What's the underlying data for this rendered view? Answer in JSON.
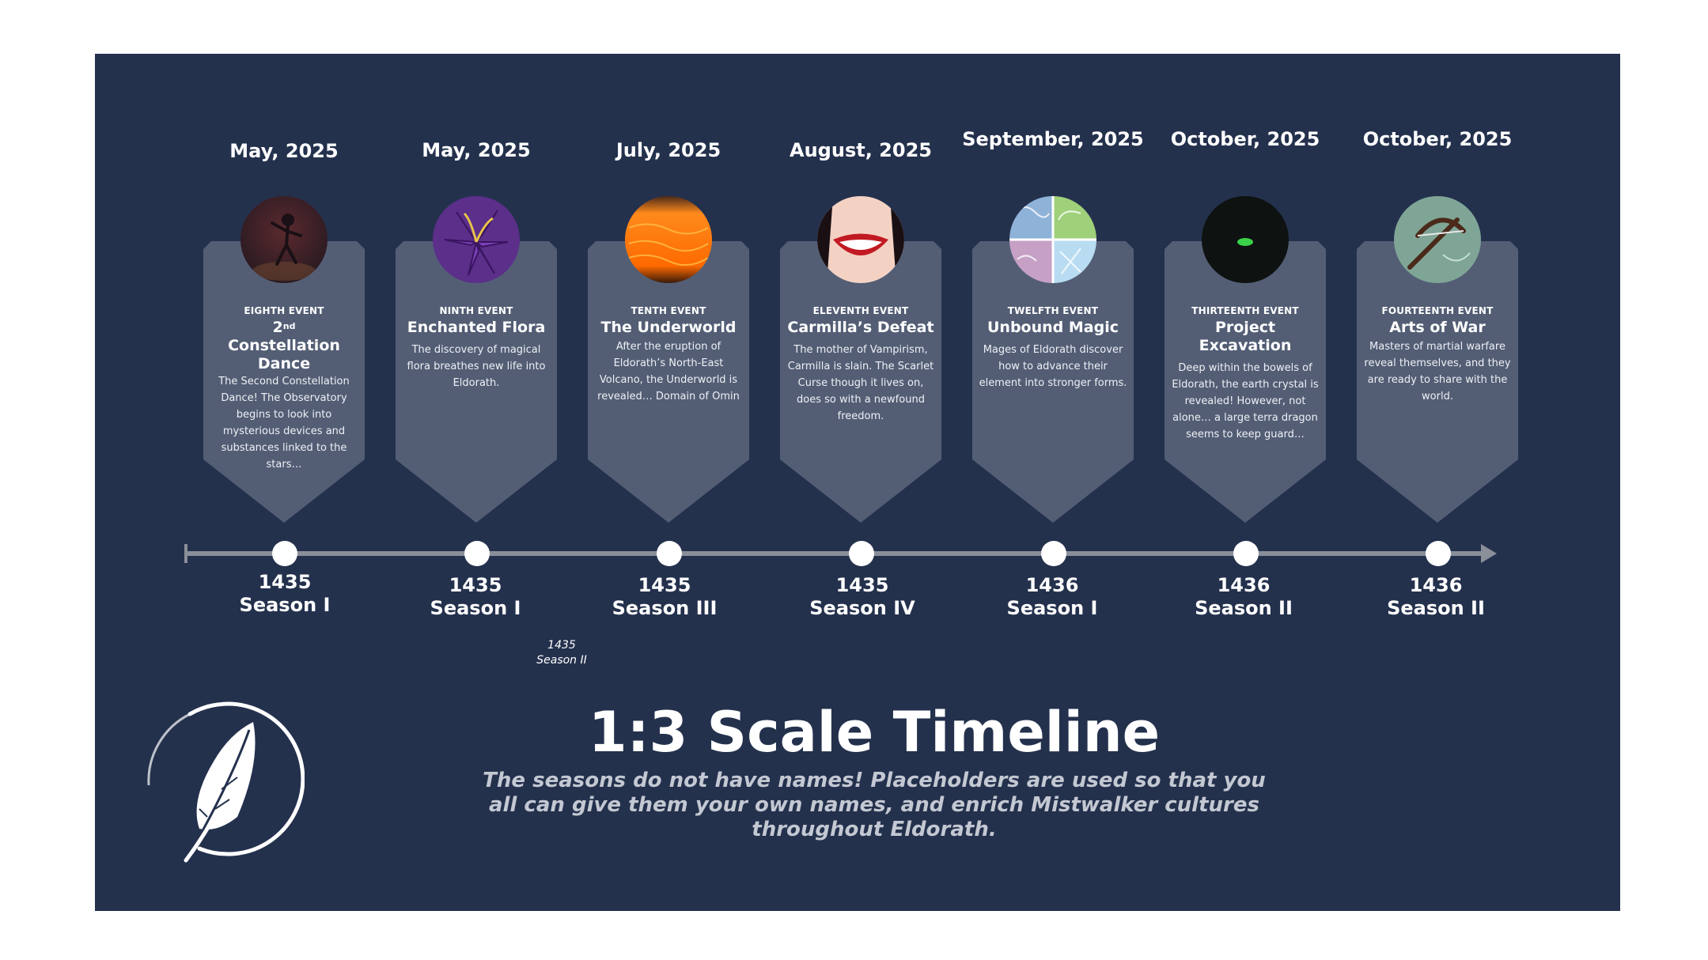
{
  "events": [
    {
      "date": "May, 2025",
      "event_label": "EIGHTH EVENT",
      "title_ordinal": "2",
      "title_sup": "nd",
      "title": "Constellation Dance",
      "description": "The Second Constellation Dance! The Observatory begins to look into mysterious devices and substances linked to the stars…",
      "year": "1435",
      "season": "Season I",
      "icon": "dancer-silhouette-icon"
    },
    {
      "date": "May, 2025",
      "event_label": "NINTH EVENT",
      "title": "Enchanted Flora",
      "description": "The discovery of magical flora breathes new life into Eldorath.",
      "year": "1435",
      "season": "Season I",
      "icon": "purple-lily-icon"
    },
    {
      "date": "July, 2025",
      "event_label": "TENTH EVENT",
      "title": "The Underworld",
      "description": "After the eruption of Eldorath’s North-East Volcano, the Underworld is revealed… Domain of Omin",
      "year": "1435",
      "season": "Season III",
      "icon": "lava-icon"
    },
    {
      "date": "August, 2025",
      "event_label": "ELEVENTH EVENT",
      "title": "Carmilla’s Defeat",
      "description": "The mother of Vampirism, Carmilla is slain. The Scarlet Curse though it lives on, does so with a newfound freedom.",
      "year": "1435",
      "season": "Season IV",
      "icon": "red-lips-icon"
    },
    {
      "date": "September, 2025",
      "event_label": "TWELFTH EVENT",
      "title": "Unbound Magic",
      "description": "Mages of Eldorath discover how to advance their element into stronger forms.",
      "year": "1436",
      "season": "Season I",
      "icon": "four-elements-icon"
    },
    {
      "date": "October, 2025",
      "event_label": "THIRTEENTH EVENT",
      "title": "Project Excavation",
      "description": "Deep within the bowels of Eldorath, the earth crystal is revealed! However, not alone… a large terra dragon seems to keep guard…",
      "year": "1436",
      "season": "Season II",
      "icon": "dragon-eye-icon"
    },
    {
      "date": "October, 2025",
      "event_label": "FOURTEENTH EVENT",
      "title": "Arts of War",
      "description": "Masters of martial warfare reveal themselves, and they are ready to share with the world.",
      "year": "1436",
      "season": "Season II",
      "icon": "crossbow-icon"
    }
  ],
  "extra_marker": {
    "year": "1435",
    "season": "Season II"
  },
  "title": "1:3 Scale Timeline",
  "subtitle": "The seasons do not have names! Placeholders are used so that you all can give them your own names, and enrich Mistwalker cultures throughout Eldorath.",
  "logo": "feather-quill-logo",
  "colors": {
    "background": "#24314d",
    "card": "#535e75",
    "axis": "#8a8f99",
    "text": "#ffffff"
  }
}
